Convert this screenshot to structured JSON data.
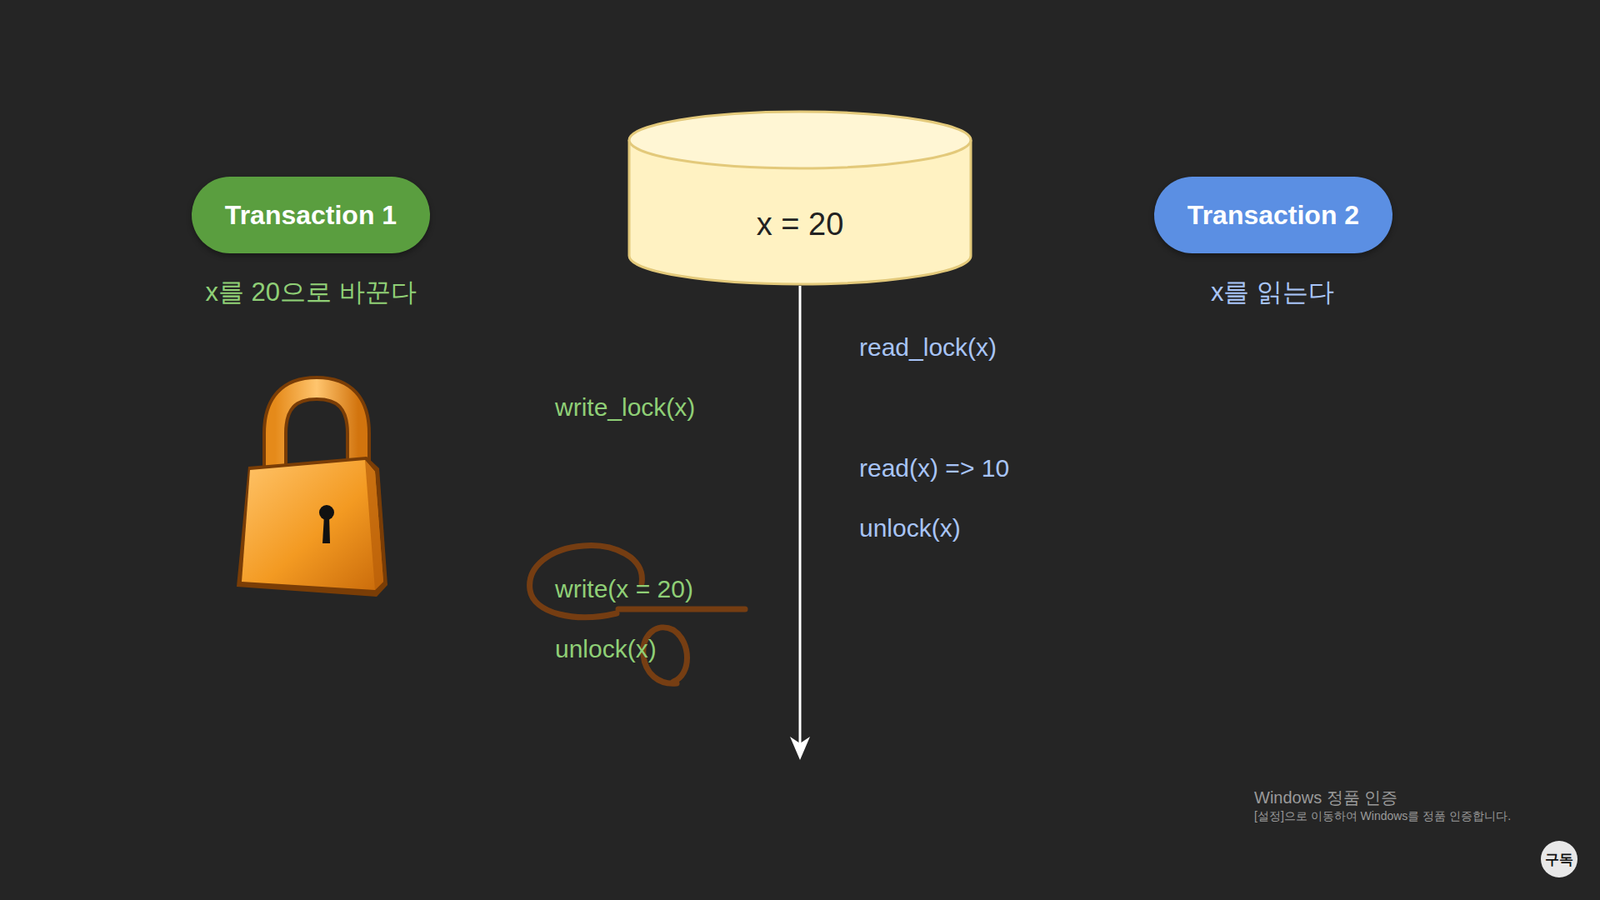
{
  "diagram": {
    "nodes": [
      {
        "text": [
          "Transaction 1"
        ]
      },
      {
        "text": [
          "x = 20"
        ]
      },
      {
        "text": [
          "Transaction 2"
        ]
      },
      {
        "text": [
          "구독"
        ]
      }
    ],
    "labels": [
      "x를 20으로 바꾼다",
      "x를 읽는다",
      "read_lock(x)",
      "write_lock(x)",
      "read(x) => 10",
      "unlock(x)",
      "write(x = 20)",
      "unlock(x)",
      "Windows 정품 인증",
      "[설정]으로 이동하여 Windows를 정품 인증합니다."
    ]
  }
}
